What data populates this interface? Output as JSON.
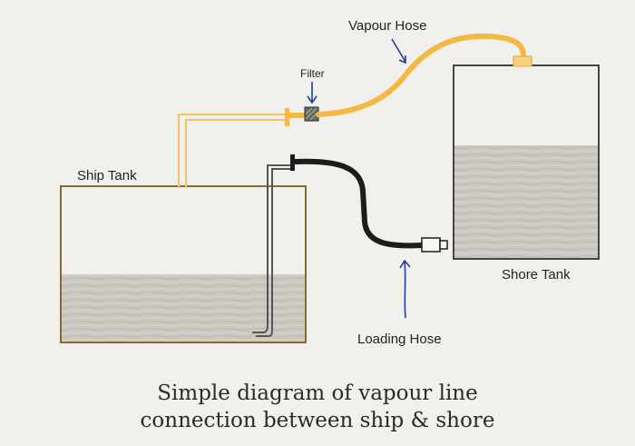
{
  "labels": {
    "vapour_hose": "Vapour Hose",
    "filter": "Filter",
    "ship_tank": "Ship Tank",
    "shore_tank": "Shore Tank",
    "loading_hose": "Loading Hose"
  },
  "caption": {
    "line1": "Simple diagram of vapour line",
    "line2": "connection between ship & shore"
  },
  "colors": {
    "vapour_line": "#f4b942",
    "loading_line": "#1c1c1c",
    "tank_outline_ship": "#8a6a30",
    "tank_outline_shore": "#444444",
    "liquid": "#c9c7bf",
    "arrow": "#1f3f9a",
    "background": "#f1f0ec"
  }
}
